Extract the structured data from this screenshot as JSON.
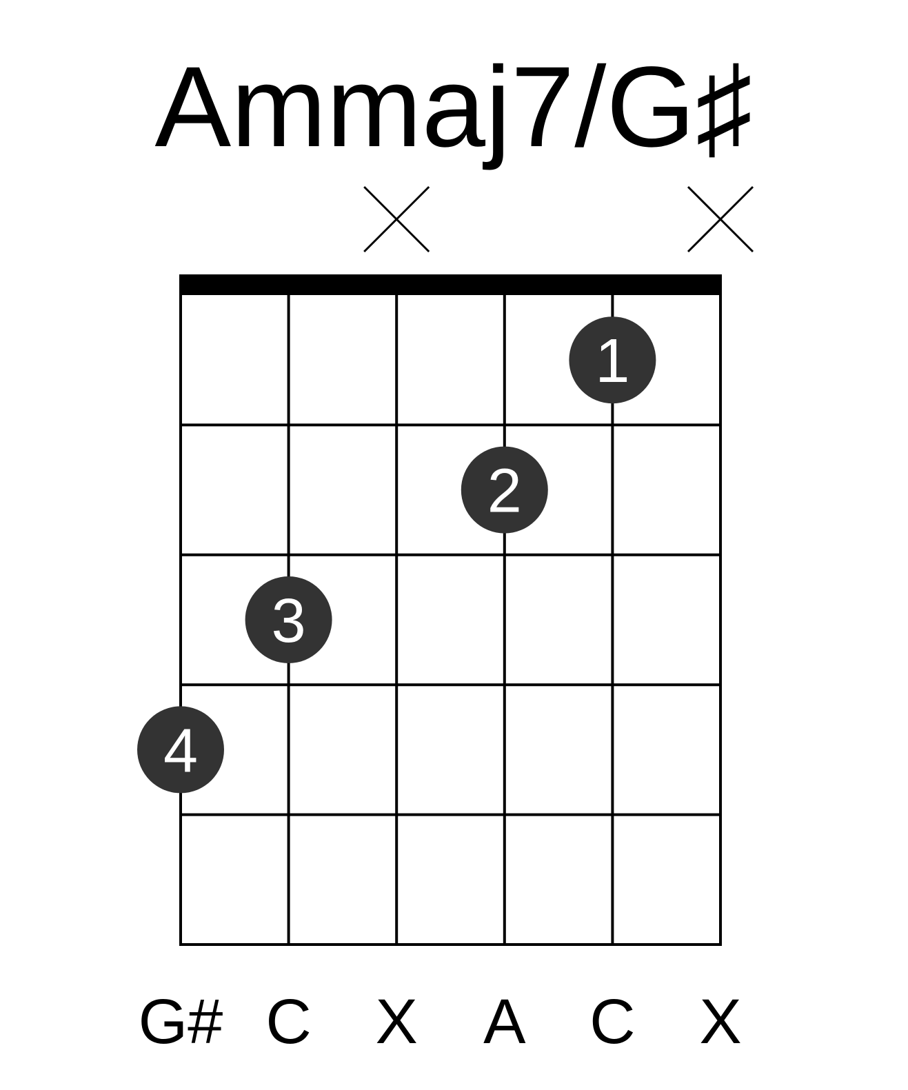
{
  "diagram": {
    "title": "Ammaj7/G♯",
    "strings": 6,
    "frets": 5,
    "string_markers": [
      "",
      "",
      "X",
      "",
      "",
      "X"
    ],
    "fingers": [
      {
        "string": 5,
        "fret": 1,
        "finger": "1"
      },
      {
        "string": 4,
        "fret": 2,
        "finger": "2"
      },
      {
        "string": 2,
        "fret": 3,
        "finger": "3"
      },
      {
        "string": 1,
        "fret": 4,
        "finger": "4"
      }
    ],
    "notes": [
      "G#",
      "C",
      "X",
      "A",
      "C",
      "X"
    ],
    "colors": {
      "line": "#000000",
      "dot": "#333333",
      "dot_text": "#ffffff",
      "background": "#ffffff"
    }
  }
}
